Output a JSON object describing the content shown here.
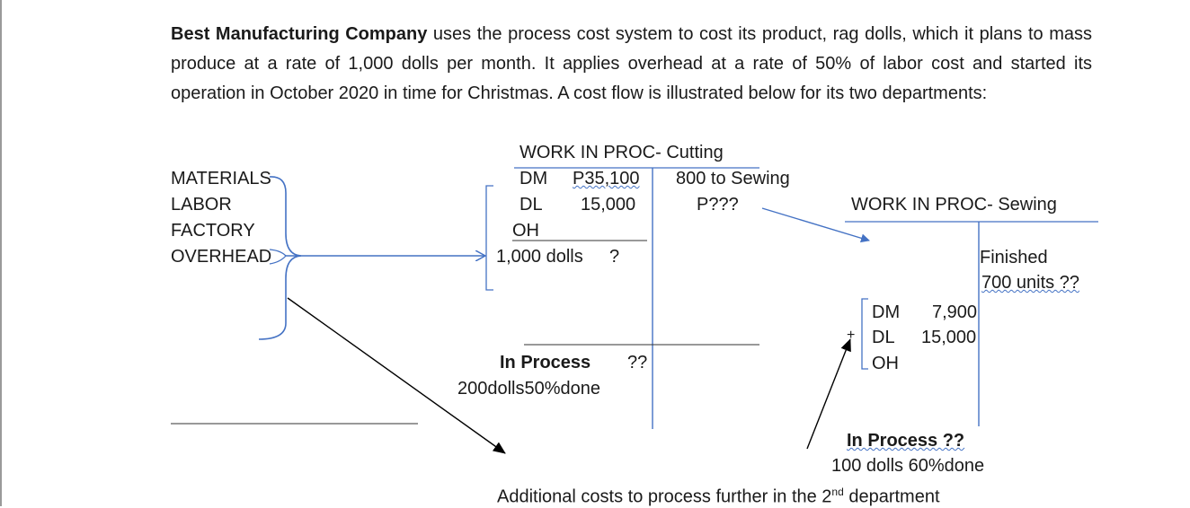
{
  "paragraph": {
    "company": "Best Manufacturing Company",
    "text": " uses the process cost system to cost its product, rag dolls, which it plans to mass produce at a rate of 1,000 dolls per month. It applies overhead at a rate of 50% of labor cost and started its operation in October 2020 in time for Christmas. A cost flow is illustrated below for its two departments:"
  },
  "inputs": {
    "materials": "MATERIALS",
    "labor": "LABOR",
    "factory": "FACTORY",
    "overhead": "OVERHEAD"
  },
  "cutting": {
    "title": "WORK IN PROC- Cutting",
    "dm_label": "DM",
    "dm_value": "P35,100",
    "dl_label": "DL",
    "dl_value": "15,000",
    "oh_label": "OH",
    "dolls": "1,000 dolls",
    "dolls_q": "?",
    "to_sewing": "800 to Sewing",
    "to_sewing_cost": "P???",
    "in_process_label": "In Process",
    "in_process_q": "??",
    "in_process_detail": "200dolls50%done"
  },
  "sewing": {
    "title": "WORK IN PROC- Sewing",
    "finished_label": "Finished",
    "finished_units": "700 units ??",
    "dm_label": "DM",
    "dm_value": "7,900",
    "dl_label": "DL",
    "dl_value": "15,000",
    "oh_label": "OH",
    "plus": "+",
    "in_process_label": "In Process ??",
    "in_process_detail": "100 dolls 60%done"
  },
  "footer": {
    "text_before": "Additional costs to process further in the 2",
    "sup": "nd",
    "text_after": " department"
  }
}
